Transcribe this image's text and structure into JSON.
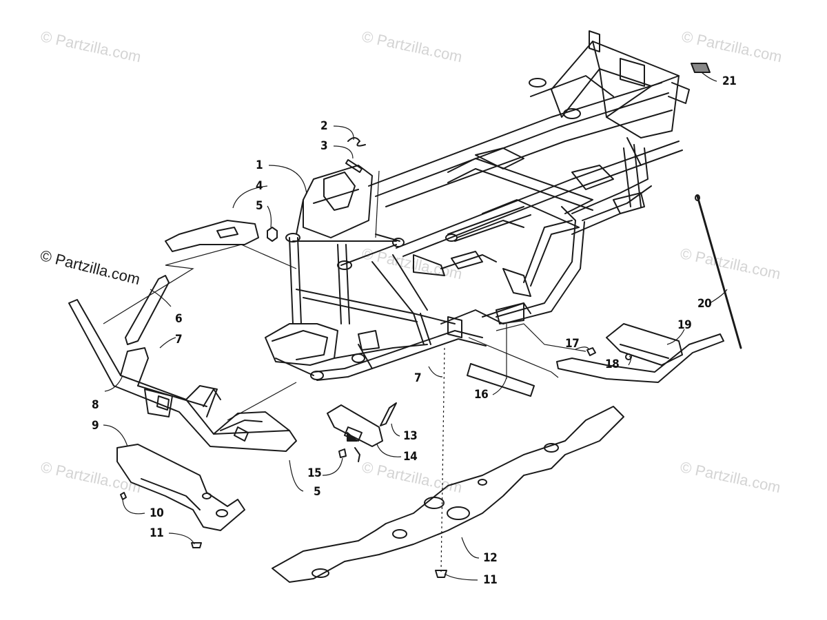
{
  "watermark": "© Partzilla.com",
  "callouts": [
    "1",
    "2",
    "3",
    "4",
    "5",
    "5",
    "6",
    "7",
    "7",
    "8",
    "9",
    "10",
    "11",
    "11",
    "12",
    "13",
    "14",
    "15",
    "16",
    "17",
    "18",
    "19",
    "20",
    "21"
  ]
}
